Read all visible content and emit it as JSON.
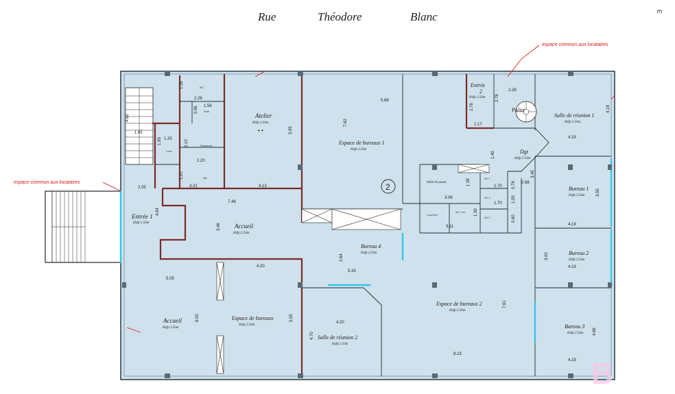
{
  "street": {
    "word1": "Rue",
    "word2": "Théodore",
    "word3": "Blanc"
  },
  "corner_mark": "E",
  "watermark": "B",
  "badge_number": "2",
  "common_area_top": "espace commun aux locataires",
  "common_area_left": "espace commun aux locataires",
  "rooms": {
    "atelier": {
      "name": "Atelier",
      "hsp": "Hsfp:2.56m"
    },
    "espace_bureaux_1": {
      "name": "Espace de bureaux 1",
      "hsp": "Hsfp:2.56m"
    },
    "entree_2": {
      "name": "Entrée",
      "num": "2",
      "hsp": "Hsfp:2.56m"
    },
    "palier": {
      "name": "Palier"
    },
    "salle_reunion_1": {
      "name": "Salle de réunion 1",
      "hsp": "Hsfp:2.56m"
    },
    "dgt": {
      "name": "Dgt",
      "hsp": "Hsfp:2.56m"
    },
    "bureau_1": {
      "name": "Bureau 1",
      "hsp": "Hsfp:2.56m"
    },
    "bureau_2": {
      "name": "Bureau 2",
      "hsp": "Hsfp:2.56m"
    },
    "bureau_3": {
      "name": "Bureau 3",
      "hsp": "Hsfp:2.56m"
    },
    "entree_1": {
      "name": "Entrée 1",
      "hsp": "Hsfp:2.56m"
    },
    "accueil_top": {
      "name": "Accueil",
      "hsp": "Hsfp:2.56m"
    },
    "bureau_4": {
      "name": "Bureau 4",
      "hsp": "Hsfp:2.56m"
    },
    "accueil_bottom": {
      "name": "Accueil",
      "hsp": "Hsfp:2.56m"
    },
    "espace_bureaux_left": {
      "name": "Espace de bureaux",
      "hsp": "Hsfp:2.56m"
    },
    "salle_reunion_2": {
      "name": "Salle de réunion 2",
      "hsp": "Hsfp:2.56m"
    },
    "espace_bureaux_2": {
      "name": "Espace de bureaux 2",
      "hsp": "Hsfp:2.56m"
    },
    "salle_de_pause": {
      "name": "Salle de pause"
    }
  },
  "dimensions": {
    "d_1_39": "1.39",
    "d_2_26": "2.26",
    "d_1_56": "1.56",
    "d_0_96": "0.96",
    "d_4_82": "4.82",
    "d_1_65": "1.65",
    "d_1_33": "1.33",
    "d_1_95": "1.95",
    "d_2_10": "2.10",
    "d_2_20": "2.20",
    "d_1_21": "1.21",
    "d_3_21": "3.21",
    "d_5_95": "5.95",
    "d_4_13": "4.13",
    "d_5_86": "5.86",
    "d_7_62": "7.62",
    "d_2_76": "2.76",
    "d_2_28": "2.28",
    "d_1_17": "1.17",
    "d_4_18": "4.18",
    "d_4_19_a": "4.19",
    "d_1_49": "1.49",
    "d_0_98": "0.98",
    "d_3_45": "3.45",
    "d_3_55": "3.55",
    "d_4_19_b": "4.19",
    "d_3_00": "3.00",
    "d_4_19_c": "4.19",
    "d_4_66": "4.66",
    "d_4_19_d": "4.19",
    "d_2_05": "2.05",
    "d_4_94": "4.94",
    "d_7_46": "7.46",
    "d_3_46": "3.46",
    "d_1_39b": "1.39",
    "d_1_70a": "1.70",
    "d_1_70b": "1.70",
    "d_1_05": "1.05",
    "d_0_78": "0.78",
    "d_0_60": "0.60",
    "d_3_06": "3.06",
    "d_3_11": "3.11",
    "d_1_39c": "1.39",
    "d_4_20a": "4.20",
    "d_2_64": "2.64",
    "d_5_33": "5.33",
    "d_5_05": "5.05",
    "d_6_00": "6.00",
    "d_5_95b": "5.95",
    "d_4_20b": "4.20",
    "d_4_70": "4.70",
    "d_7_61": "7.61",
    "d_8_23": "8.23"
  }
}
